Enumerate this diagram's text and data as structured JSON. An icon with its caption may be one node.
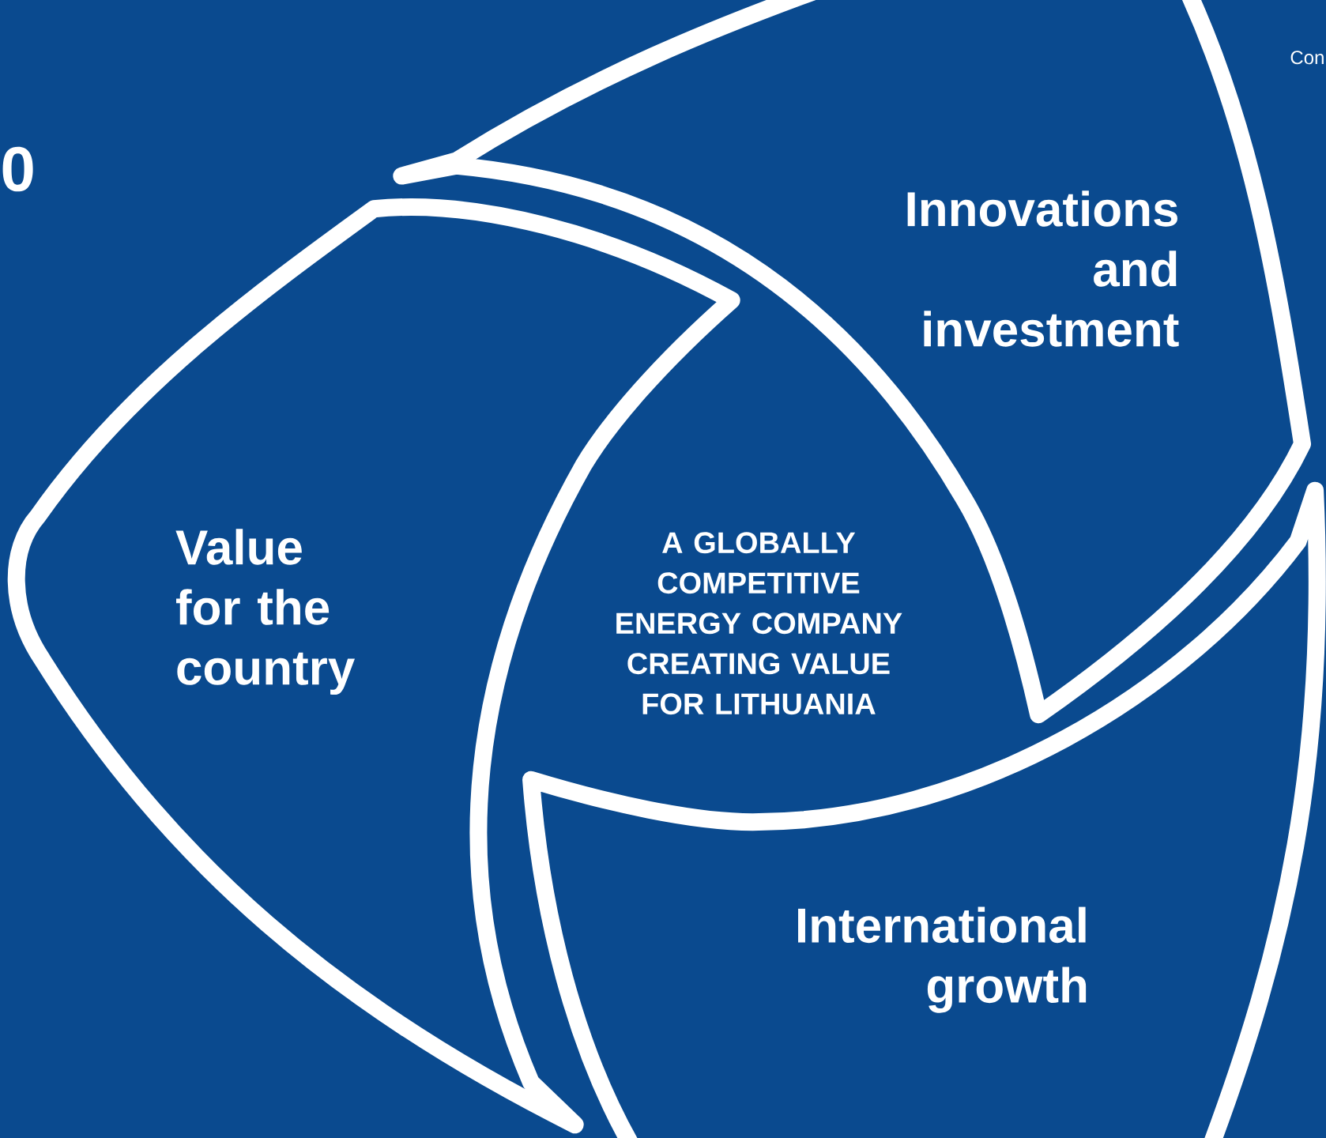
{
  "diagram": {
    "nodes": [
      {
        "text": [
          "Innovations and investment"
        ]
      },
      {
        "text": [
          "Value for the country"
        ]
      },
      {
        "text": [
          "International growth"
        ]
      }
    ],
    "labels": [
      "Con",
      "0",
      "A GLOBALLY COMPETITIVE ENERGY COMPANY CREATING VALUE FOR LITHUANIA"
    ]
  }
}
